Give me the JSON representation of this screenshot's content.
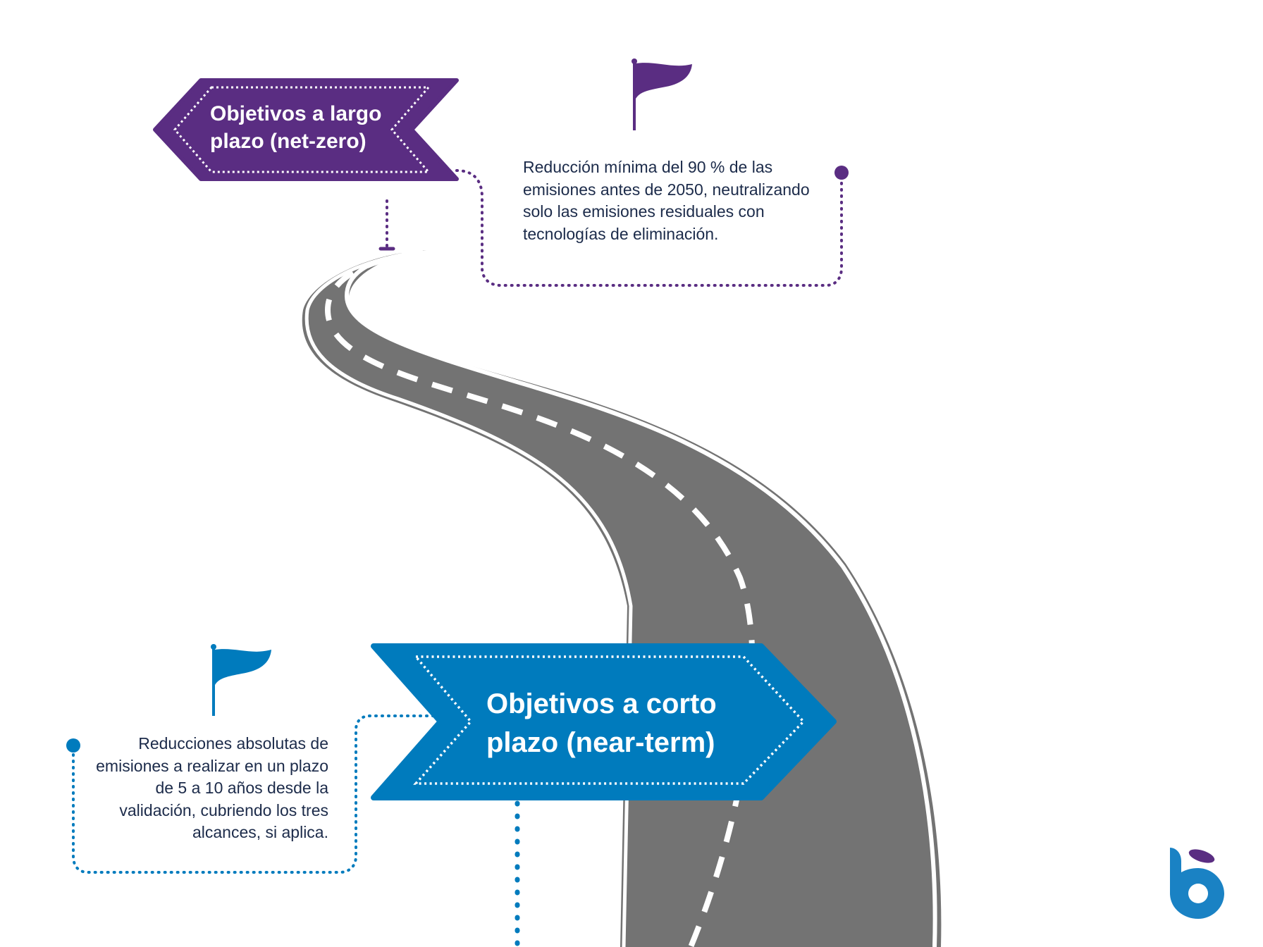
{
  "colors": {
    "long_term": "#5a2d82",
    "short_term": "#007bbd",
    "road": "#737373",
    "text": "#1c2b4a"
  },
  "long_term": {
    "title": "Objetivos a largo plazo (net-zero)",
    "title_line1": "Objetivos a largo",
    "title_line2": "plazo (net-zero)",
    "description": "Reducción mínima del 90 % de las emisiones antes de 2050, neutralizando solo las emisiones residuales con tecnologías de eliminación.",
    "icon": "flag-icon"
  },
  "short_term": {
    "title": "Objetivos a corto plazo (near-term)",
    "title_line1": "Objetivos a corto",
    "title_line2": "plazo (near-term)",
    "description": "Reducciones absolutas de emisiones a realizar en un plazo de 5 a 10 años desde la validación, cubriendo los tres alcances, si aplica.",
    "icon": "flag-icon"
  },
  "logo": {
    "letter": "b",
    "name": "brand-logo"
  }
}
